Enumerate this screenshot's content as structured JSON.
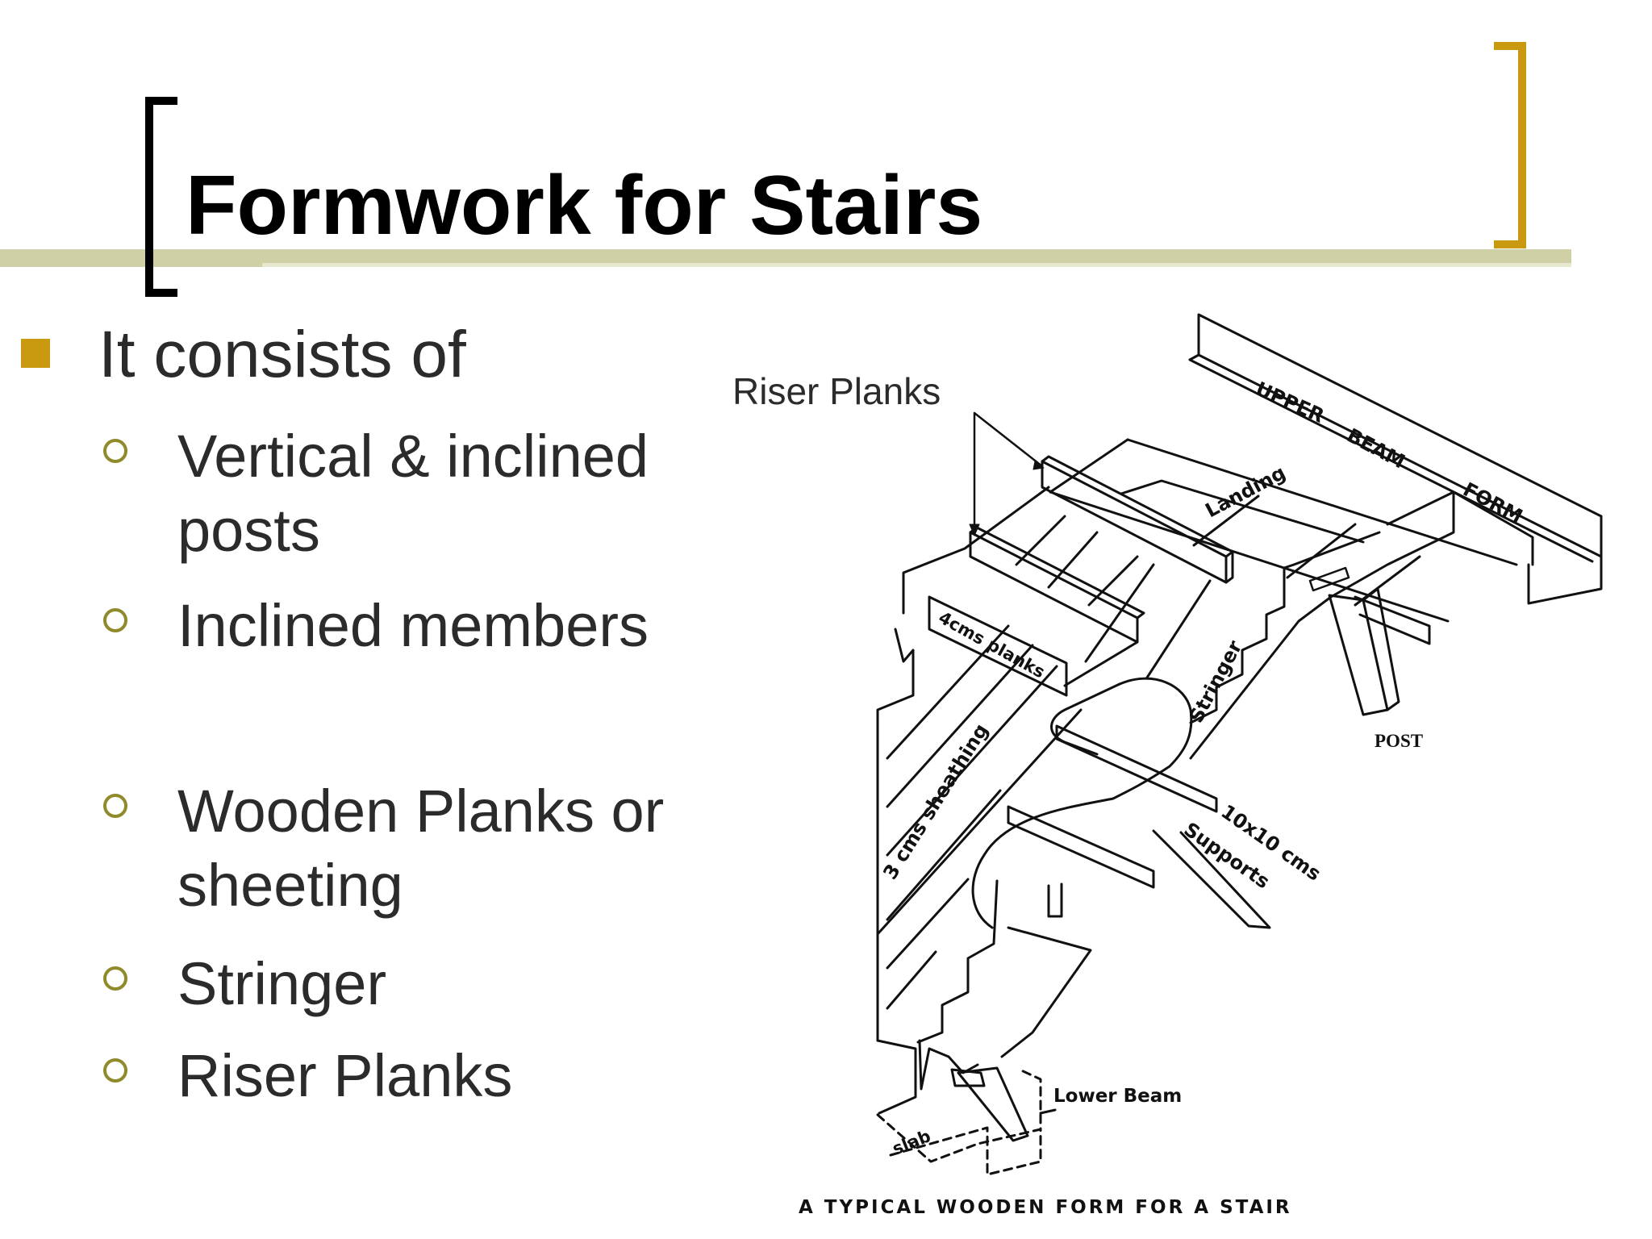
{
  "slide": {
    "title": "Formwork for Stairs",
    "accent_colors": {
      "gold": "#c99a10",
      "olive": "#cfd0a6",
      "sub_bullet": "#8f8a2a"
    }
  },
  "bullets": {
    "main": "It consists of",
    "items": [
      "Vertical & inclined posts",
      "Inclined members",
      "Wooden Planks or sheeting",
      "Stringer",
      "Riser Planks"
    ]
  },
  "figure": {
    "callout": "Riser Planks",
    "labels": {
      "upper_beam_1": "UPPER",
      "upper_beam_2": "BEAM",
      "upper_beam_3": "FORM",
      "landing": "Landing",
      "planks": "4cms planks",
      "stringer": "Stringer",
      "post": "POST",
      "sheathing": "3 cms sheathing",
      "supports_1": "10x10 cms",
      "supports_2": "Supports",
      "lower_beam": "Lower Beam",
      "slab": "slab"
    },
    "caption": "A TYPICAL WOODEN FORM FOR A STAIR"
  }
}
